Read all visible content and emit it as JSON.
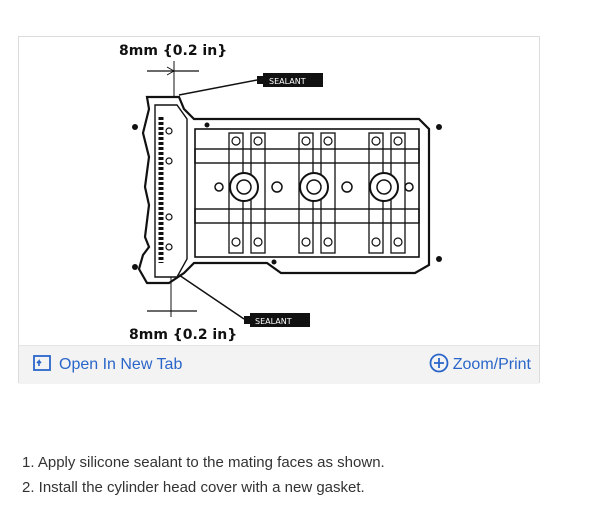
{
  "figure": {
    "top_dimension": "8mm {0.2 in}",
    "bottom_dimension": "8mm {0.2 in}",
    "top_sealant_label": "SEALANT",
    "bottom_sealant_label": "SEALANT"
  },
  "toolbar": {
    "open_new_tab_label": "Open In New Tab",
    "zoom_print_label": "Zoom/Print",
    "link_color": "#2a66c9"
  },
  "steps": [
    "1. Apply silicone sealant to the mating faces as shown.",
    "2. Install the cylinder head cover with a new gasket."
  ]
}
